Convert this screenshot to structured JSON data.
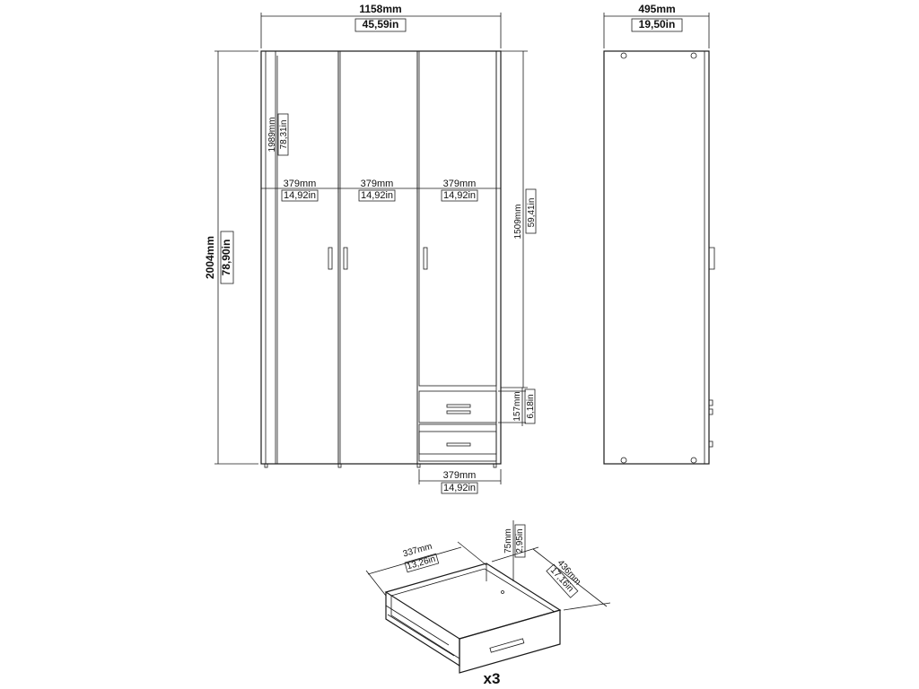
{
  "overall": {
    "width_mm": "1158mm",
    "width_in": "45,59in",
    "depth_mm": "495mm",
    "depth_in": "19,50in",
    "height_mm": "2004mm",
    "height_in": "78,90in"
  },
  "front": {
    "door_height_mm": "1989mm",
    "door_height_in": "78,31in",
    "door_width_mm": "379mm",
    "door_width_in": "14,92in",
    "right_door_height_mm": "1509mm",
    "right_door_height_in": "59,41in",
    "drawer_height_mm": "157mm",
    "drawer_height_in": "6,18in",
    "drawer_unit_width_mm": "379mm",
    "drawer_unit_width_in": "14,92in"
  },
  "drawer_detail": {
    "inner_width_mm": "337mm",
    "inner_width_in": "13,26in",
    "inner_height_mm": "75mm",
    "inner_height_in": "2,95in",
    "depth_mm": "436mm",
    "depth_in": "17,16in",
    "quantity": "x3"
  }
}
